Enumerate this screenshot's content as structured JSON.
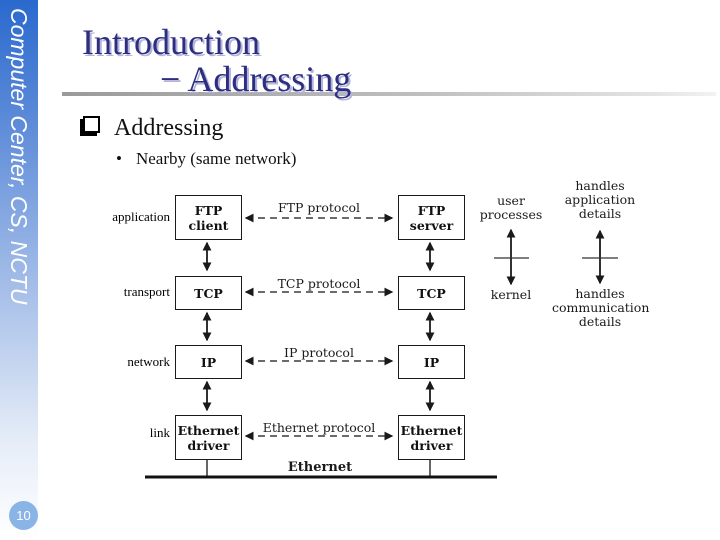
{
  "sidebar": {
    "vertical_text": "Computer Center, CS, NCTU",
    "page_number": "10",
    "gradient_top_color": "#2a69ce",
    "gradient_bottom_color": "#ffffff",
    "badge_color": "#8ab4e6"
  },
  "header": {
    "title_line1": "Introduction",
    "title_line2": "− Addressing",
    "title_color": "#2e2e80",
    "title_shadow_color": "#b4b4d9",
    "rule_color": "#9a9a9a"
  },
  "content": {
    "bullet_icon": "shadowed-square-bullet",
    "bullet_text": "Addressing",
    "sub_bullet_symbol": "•",
    "sub_bullet_text": "Nearby (same network)"
  },
  "diagram": {
    "layers": [
      "application",
      "transport",
      "network",
      "link"
    ],
    "left_stack": [
      "FTP\nclient",
      "TCP",
      "IP",
      "Ethernet\ndriver"
    ],
    "right_stack": [
      "FTP\nserver",
      "TCP",
      "IP",
      "Ethernet\ndriver"
    ],
    "protocols": [
      "FTP protocol",
      "TCP protocol",
      "IP protocol",
      "Ethernet protocol"
    ],
    "annotations": {
      "user_processes": "user\nprocesses",
      "kernel": "kernel",
      "handles_application": "handles\napplication\ndetails",
      "handles_communication": "handles\ncommunication\ndetails"
    },
    "bus_label": "Ethernet",
    "ink_color": "#1a1a1a"
  }
}
